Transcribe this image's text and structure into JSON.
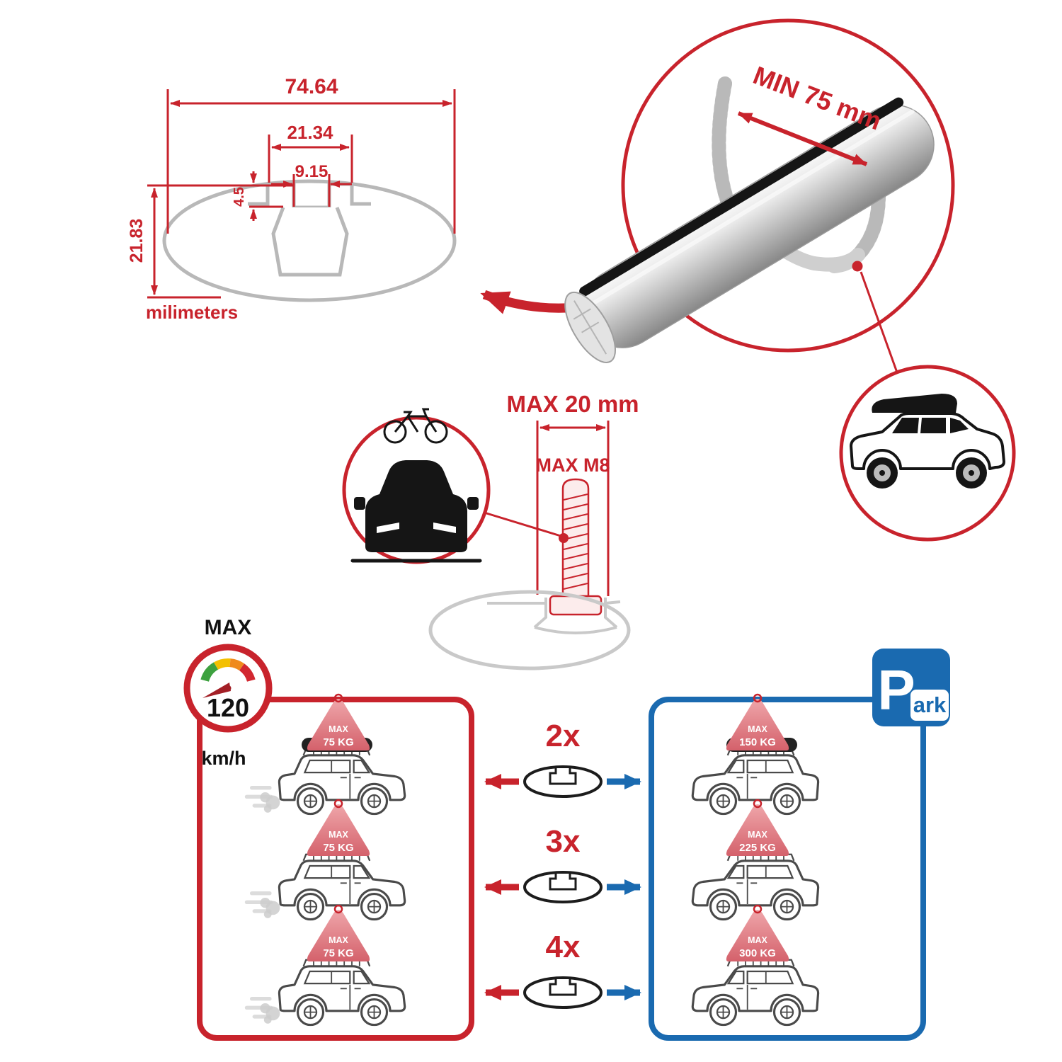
{
  "colors": {
    "accent_red": "#c8232c",
    "accent_blue": "#1a6ab0",
    "ghost_gray": "#c9c9c9",
    "ink": "#1a1a1a"
  },
  "cross_section": {
    "dim_total_width": "74.64",
    "dim_channel_width": "21.34",
    "dim_slot_width": "9.15",
    "dim_lip_height": "4.5",
    "dim_total_height": "21.83",
    "units_label": "milimeters"
  },
  "bar_detail": {
    "min_span_label": "MIN 75 mm"
  },
  "bolt_detail": {
    "max_slot_label": "MAX 20 mm",
    "max_thread_label": "MAX M8"
  },
  "speed_limit": {
    "title": "MAX",
    "value": "120",
    "unit": "km/h"
  },
  "parking_sign": {
    "letter": "P",
    "suffix": "ark"
  },
  "capacity": {
    "rows": [
      {
        "multiplier": "2x",
        "driving_max": "MAX",
        "driving_load": "75 KG",
        "parked_max": "MAX",
        "parked_load": "150 KG"
      },
      {
        "multiplier": "3x",
        "driving_max": "MAX",
        "driving_load": "75 KG",
        "parked_max": "MAX",
        "parked_load": "225 KG"
      },
      {
        "multiplier": "4x",
        "driving_max": "MAX",
        "driving_load": "75 KG",
        "parked_max": "MAX",
        "parked_load": "300 KG"
      }
    ]
  }
}
